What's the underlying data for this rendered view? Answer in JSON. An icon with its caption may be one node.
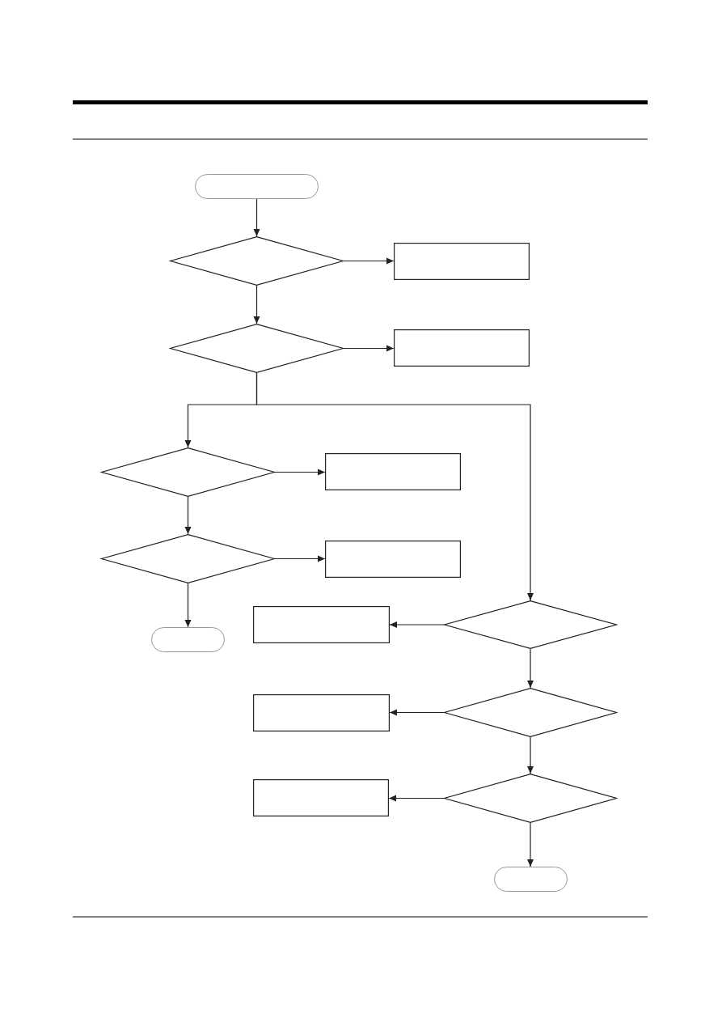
{
  "diagram": {
    "nodes": [
      {
        "text": [],
        "shape": "pill"
      },
      {
        "text": [],
        "shape": "diamond"
      },
      {
        "text": [],
        "shape": "box"
      },
      {
        "text": [],
        "shape": "diamond"
      },
      {
        "text": [],
        "shape": "box"
      },
      {
        "text": [],
        "shape": "diamond"
      },
      {
        "text": [],
        "shape": "box"
      },
      {
        "text": [],
        "shape": "diamond"
      },
      {
        "text": [],
        "shape": "box"
      },
      {
        "text": [],
        "shape": "pill"
      },
      {
        "text": [],
        "shape": "diamond"
      },
      {
        "text": [],
        "shape": "box"
      },
      {
        "text": [],
        "shape": "diamond"
      },
      {
        "text": [],
        "shape": "box"
      },
      {
        "text": [],
        "shape": "diamond"
      },
      {
        "text": [],
        "shape": "box"
      },
      {
        "text": [],
        "shape": "pill"
      }
    ],
    "edges": [
      {
        "from": 0,
        "to": 1,
        "arrow": "to"
      },
      {
        "from": 1,
        "to": 2,
        "arrow": "to"
      },
      {
        "from": 1,
        "to": 3,
        "arrow": "to"
      },
      {
        "from": 3,
        "to": 4,
        "arrow": "to"
      },
      {
        "from": 3,
        "to": 5,
        "arrow": "to"
      },
      {
        "from": 3,
        "to": 10,
        "arrow": "to"
      },
      {
        "from": 5,
        "to": 6,
        "arrow": "to"
      },
      {
        "from": 5,
        "to": 7,
        "arrow": "to"
      },
      {
        "from": 7,
        "to": 8,
        "arrow": "to"
      },
      {
        "from": 7,
        "to": 9,
        "arrow": "to"
      },
      {
        "from": 10,
        "to": 11,
        "arrow": "to"
      },
      {
        "from": 10,
        "to": 12,
        "arrow": "to"
      },
      {
        "from": 12,
        "to": 13,
        "arrow": "to"
      },
      {
        "from": 12,
        "to": 14,
        "arrow": "to"
      },
      {
        "from": 14,
        "to": 15,
        "arrow": "to"
      },
      {
        "from": 14,
        "to": 16,
        "arrow": "to"
      }
    ]
  }
}
